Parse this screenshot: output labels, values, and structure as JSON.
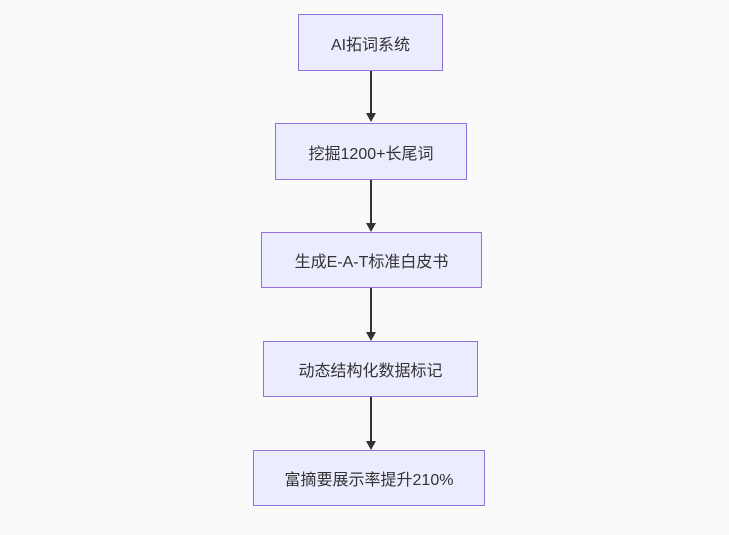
{
  "diagram": {
    "type": "flowchart",
    "direction": "top-down",
    "colors": {
      "background": "#fafafa",
      "node_fill": "#ECECFF",
      "node_border": "#9370DB",
      "node_text": "#333333",
      "arrow": "#333333"
    },
    "nodes": [
      {
        "label": "AI拓词系统"
      },
      {
        "label": "挖掘1200+长尾词"
      },
      {
        "label": "生成E-A-T标准白皮书"
      },
      {
        "label": "动态结构化数据标记"
      },
      {
        "label": "富摘要展示率提升210%"
      }
    ],
    "edges": [
      {
        "from": 0,
        "to": 1
      },
      {
        "from": 1,
        "to": 2
      },
      {
        "from": 2,
        "to": 3
      },
      {
        "from": 3,
        "to": 4
      }
    ]
  }
}
